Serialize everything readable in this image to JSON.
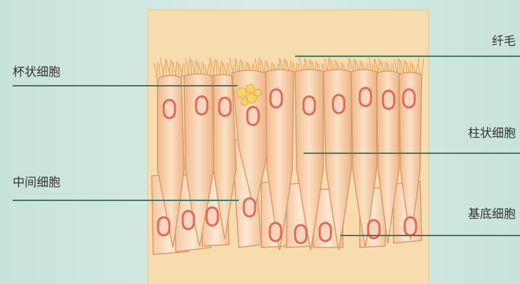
{
  "figure": {
    "panel_color": "#f7dcae",
    "line_color": "#3e7a63",
    "labels": {
      "cilia": "纤毛",
      "goblet_cell": "杯状细胞",
      "columnar_cell": "柱状细胞",
      "intermediate_cell": "中间细胞",
      "basal_cell": "基底细胞"
    }
  }
}
